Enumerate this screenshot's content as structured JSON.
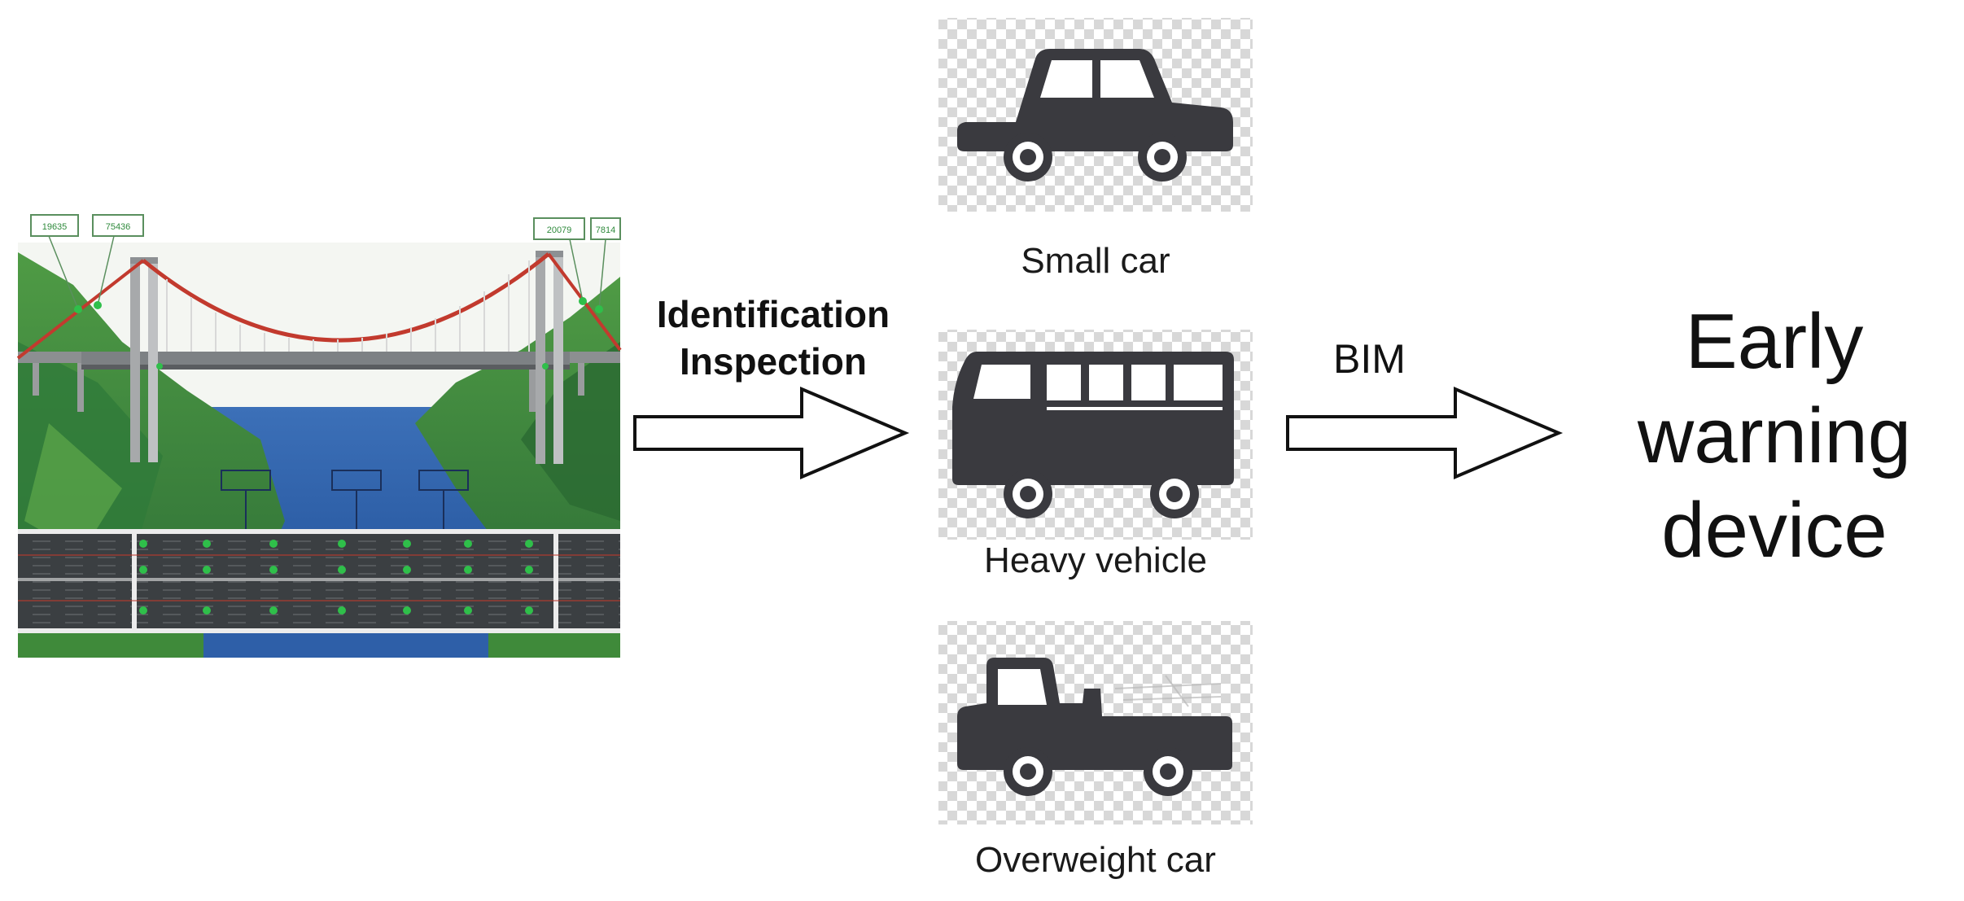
{
  "bridge_model": {
    "sensor_tags": [
      "19635",
      "75436",
      "20079",
      "7814"
    ]
  },
  "step_one": {
    "line1": "Identification",
    "line2": "Inspection"
  },
  "vehicles": [
    {
      "caption": "Small car",
      "icon": "car-icon"
    },
    {
      "caption": "Heavy vehicle",
      "icon": "bus-icon"
    },
    {
      "caption": "Overweight car",
      "icon": "pickup-truck-icon"
    }
  ],
  "step_two": {
    "label": "BIM"
  },
  "outcome": {
    "line1": "Early",
    "line2": "warning",
    "line3": "device"
  },
  "colors": {
    "cable": "#c23a2e",
    "water": "#2e5fa8",
    "vegetation": "#3f8a3a",
    "vehicle": "#3a3a3f",
    "sensor": "#2fbf4a"
  }
}
